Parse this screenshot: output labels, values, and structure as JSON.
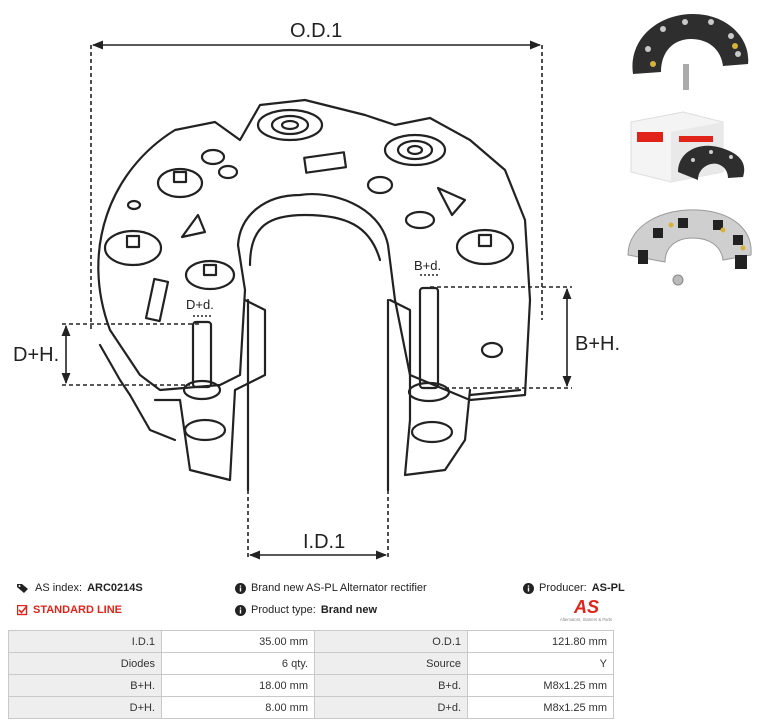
{
  "drawing": {
    "od_label": "O.D.1",
    "id_label": "I.D.1",
    "dh_label": "D+H.",
    "bh_label": "B+H.",
    "dd_label": "D+d.",
    "bd_label": "B+d."
  },
  "thumbnails": [
    {
      "icon": "rectifier-photo-top-icon"
    },
    {
      "icon": "product-box-photo-icon"
    },
    {
      "icon": "rectifier-photo-angle-icon"
    }
  ],
  "info": {
    "as_index_label": "AS index:",
    "as_index_value": "ARC0214S",
    "standard_line": "STANDARD LINE",
    "description": "Brand new AS-PL Alternator rectifier",
    "product_type_label": "Product type:",
    "product_type_value": "Brand new",
    "producer_label": "Producer:",
    "producer_value": "AS-PL",
    "logo_text": "AS",
    "logo_tagline": "Alternators, Starters & Parts"
  },
  "specs": [
    {
      "k1": "I.D.1",
      "v1": "35.00 mm",
      "k2": "O.D.1",
      "v2": "121.80 mm"
    },
    {
      "k1": "Diodes",
      "v1": "6 qty.",
      "k2": "Source",
      "v2": "Y"
    },
    {
      "k1": "B+H.",
      "v1": "18.00 mm",
      "k2": "B+d.",
      "v2": "M8x1.25 mm"
    },
    {
      "k1": "D+H.",
      "v1": "8.00 mm",
      "k2": "D+d.",
      "v2": "M8x1.25 mm"
    }
  ],
  "colors": {
    "accent": "#e2231a",
    "table_key_bg": "#eeeeee",
    "line": "#222222"
  }
}
